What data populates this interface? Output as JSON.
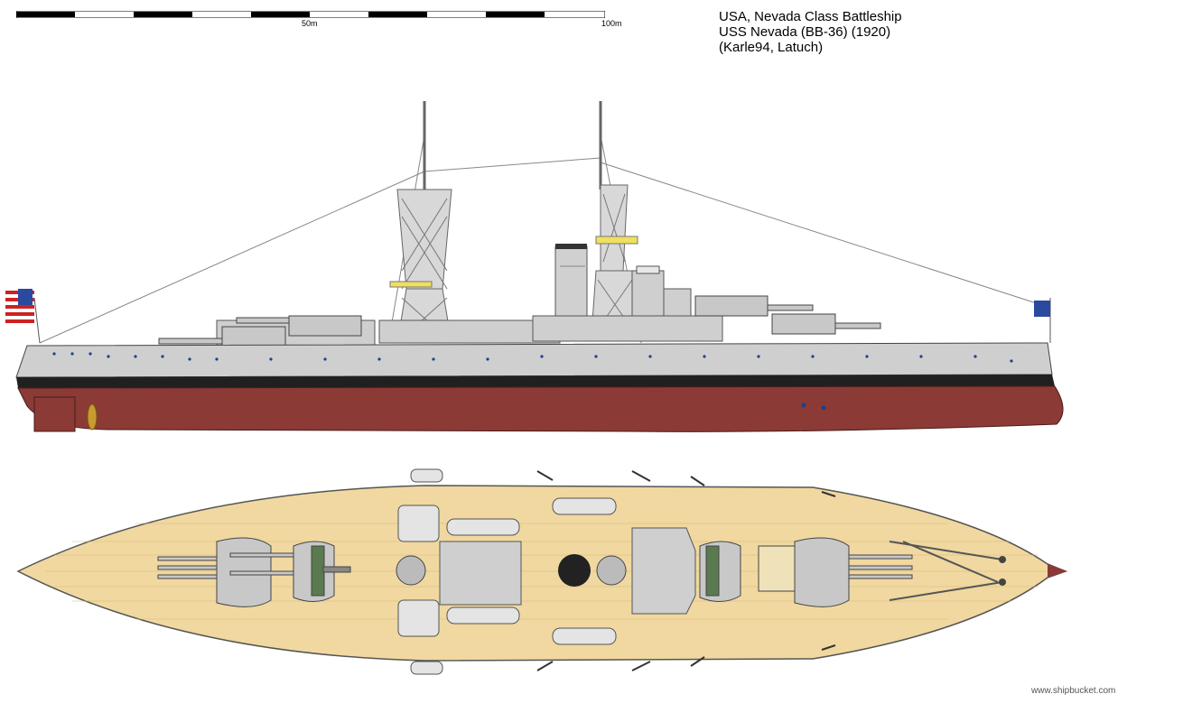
{
  "scale": {
    "label_mid": "50m",
    "label_end": "100m"
  },
  "title": {
    "line1": "USA, Nevada Class Battleship",
    "line2": "USS Nevada (BB-36) (1920)",
    "line3": "(Karle94, Latuch)"
  },
  "credit": "www.shipbucket.com",
  "colors": {
    "hull_red": "#8b3a36",
    "hull_gray": "#c8c8c8",
    "deck_wood": "#f0d8a0",
    "boot_top": "#202020",
    "porthole": "#1f3f8f"
  }
}
